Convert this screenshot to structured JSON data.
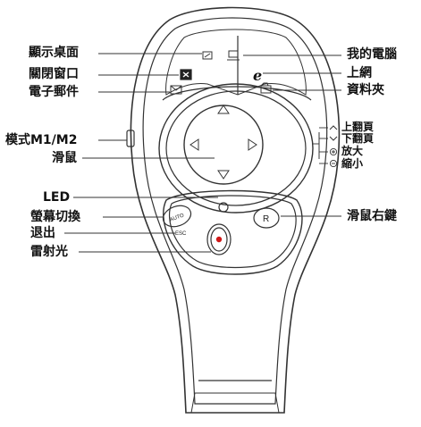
{
  "labels": {
    "show_desktop": "顯示桌面",
    "close_window": "關閉窗口",
    "email": "電子郵件",
    "mode_switch": "模式M1/M2",
    "mouse": "滑鼠",
    "led": "LED",
    "screen_switch": "螢幕切換",
    "exit": "退出",
    "laser": "雷射光",
    "my_computer": "我的電腦",
    "internet": "上網",
    "folder": "資料夾",
    "page_up": "上翻頁",
    "page_down": "下翻頁",
    "zoom_in": "放大",
    "zoom_out": "縮小",
    "right_click": "滑鼠右鍵"
  },
  "button_text": {
    "auto": "AUTO",
    "esc": "ESC",
    "right": "R"
  },
  "icons": {
    "desktop": "desktop-icon",
    "computer": "computer-icon",
    "close": "close-window-icon",
    "internet": "internet-e-icon",
    "email": "envelope-icon",
    "folder": "folder-icon"
  },
  "colors": {
    "outline": "#333333",
    "laser": "#d01818"
  }
}
